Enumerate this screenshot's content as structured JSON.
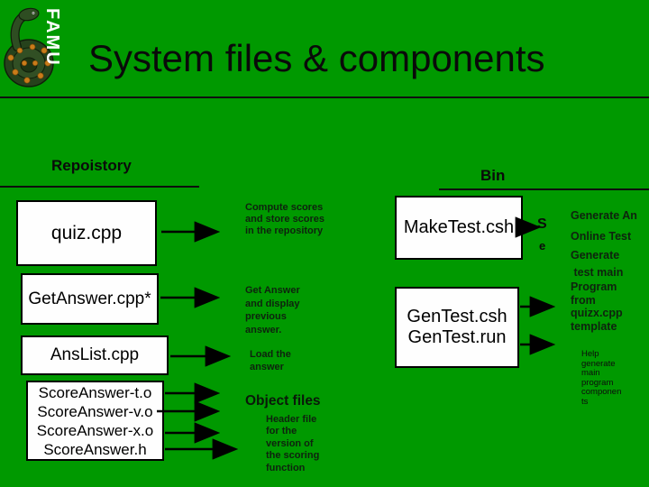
{
  "slide": {
    "title": "System files & components",
    "logo_text": "FAMU"
  },
  "sections": {
    "repository_label": "Repoistory",
    "bin_label": "Bin"
  },
  "boxes": {
    "quiz": "quiz.cpp",
    "getanswer": "GetAnswer.cpp*",
    "anslist": "AnsList.cpp",
    "scoreanswer_lines": [
      "ScoreAnswer-t.o",
      "ScoreAnswer-v.o",
      "ScoreAnswer-x.o",
      "ScoreAnswer.h"
    ],
    "maketest": "MakeTest.csh",
    "gentest_lines": [
      "GenTest.csh",
      "GenTest.run"
    ]
  },
  "annotations": {
    "compute": "Compute scores\nand store scores\nin the repository",
    "get_answer": "Get Answer\nand display\nprevious\nanswer.",
    "load": "Load the\nanswer",
    "object_files": "Object files",
    "header_file": "Header file\nfor the\nversion of\nthe scoring\nfunction",
    "generate_online": "Generate An\nOnline Test",
    "generate_test_main": "Generate\n test main",
    "program_from": "Program\nfrom\nquizx.cpp\ntemplate",
    "help": "Help\ngenerate\nmain\nprogram\ncomponen\nts",
    "stray_s": "S",
    "stray_e": "e"
  },
  "colors": {
    "background": "#009900",
    "box_fill": "#ffffff",
    "box_border": "#000000",
    "title_text": "#0a0a0a",
    "note_text": "#0e230e",
    "logo_text": "#ffffff",
    "logo_spot": "#c97c1a"
  }
}
